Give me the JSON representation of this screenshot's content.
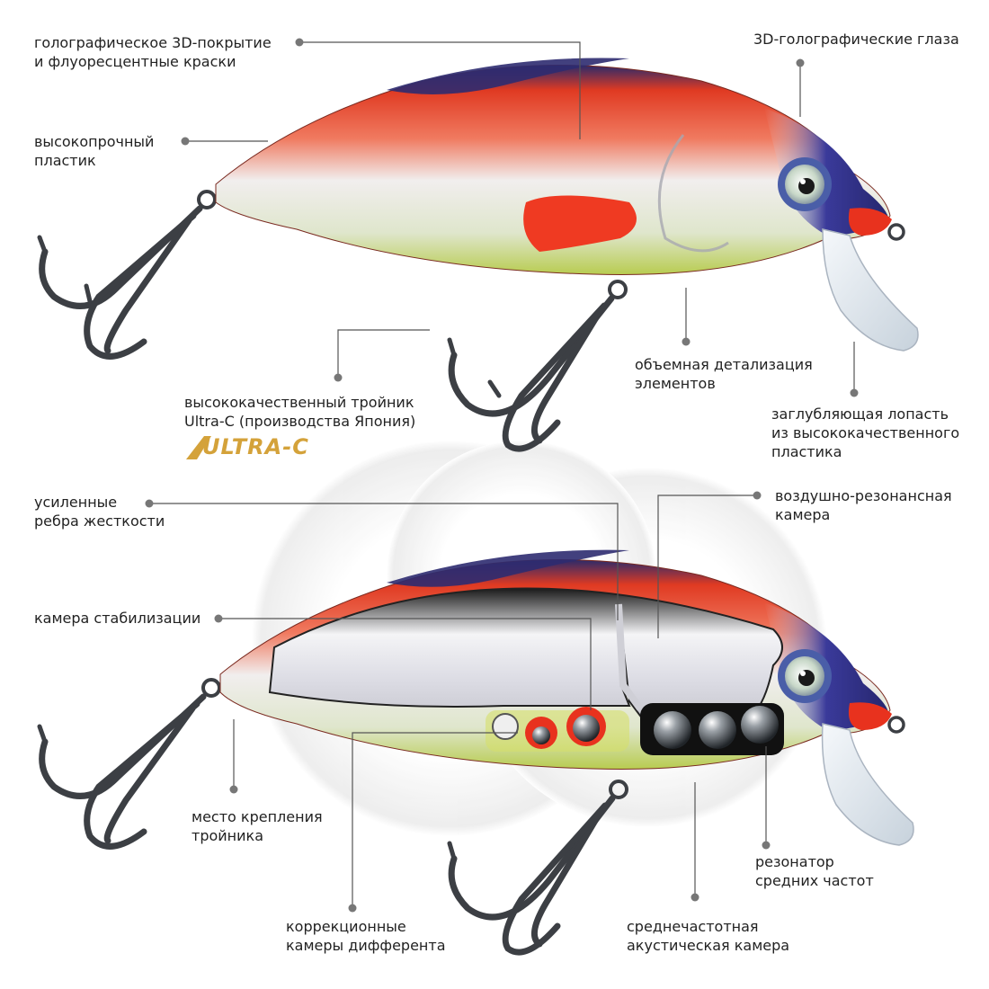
{
  "labels": {
    "holo_coating": "голографическое 3D-покрытие\nи флуоресцентные краски",
    "holo_eyes": "3D-голографические глаза",
    "plastic": "высокопрочный\nпластик",
    "treble_hook": "высококачественный тройник\nUltra-C (производства Япония)",
    "detailing": "объемная детализация\nэлементов",
    "lip": "заглубляющая лопасть\nиз высококачественного\nпластика",
    "ribs": "усиленные\nребра жесткости",
    "air_chamber": "воздушно-резонансная\nкамера",
    "stabilization": "камера стабилизации",
    "hook_mount": "место крепления\nтройника",
    "trim_chambers": "коррекционные\nкамеры дифферента",
    "acoustic_chamber": "среднечастотная\nакустическая камера",
    "resonator": "резонатор\nсредних частот"
  },
  "logo": {
    "text": "ULTRA-C",
    "color": "#d4a23a"
  },
  "colors": {
    "body_red": "#e8321e",
    "back_navy": "#2a2a6e",
    "belly_green": "#c8d86a",
    "lip_clear": "#dde6ee",
    "hook_steel": "#3c3f44",
    "leader_line": "#555555"
  }
}
